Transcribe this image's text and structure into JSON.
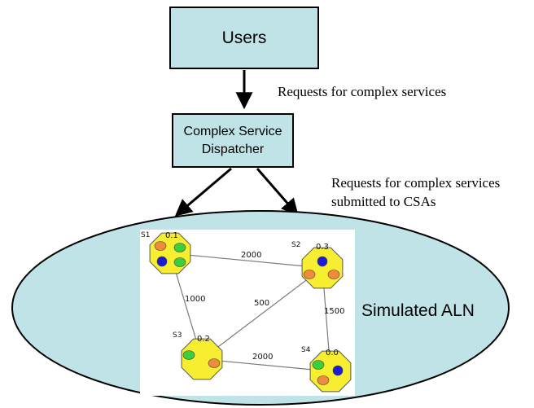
{
  "boxes": {
    "users": "Users",
    "dispatcher": "Complex Service Dispatcher"
  },
  "labels": {
    "requests_top": "Requests for complex services",
    "requests_bottom_line1": "Requests for complex services",
    "requests_bottom_line2": "submitted to CSAs",
    "simulated": "Simulated ALN"
  },
  "network": {
    "nodes": [
      {
        "id": "S1",
        "value": "0.1"
      },
      {
        "id": "S2",
        "value": "0.3"
      },
      {
        "id": "S3",
        "value": "0.2"
      },
      {
        "id": "S4",
        "value": "0.0"
      }
    ],
    "edges": [
      {
        "from": "S1",
        "to": "S2",
        "weight": "2000"
      },
      {
        "from": "S1",
        "to": "S3",
        "weight": "1000"
      },
      {
        "from": "S3",
        "to": "S2",
        "weight": "500"
      },
      {
        "from": "S2",
        "to": "S4",
        "weight": "1500"
      },
      {
        "from": "S3",
        "to": "S4",
        "weight": "2000"
      }
    ]
  },
  "colors": {
    "box_fill": "#bfe3e6",
    "ellipse_fill": "#bfe3e6",
    "node_fill": "#f7ee32",
    "green_dot": "#3bcf3b",
    "orange_dot": "#f08a3c",
    "blue_dot": "#1c1cd6"
  }
}
